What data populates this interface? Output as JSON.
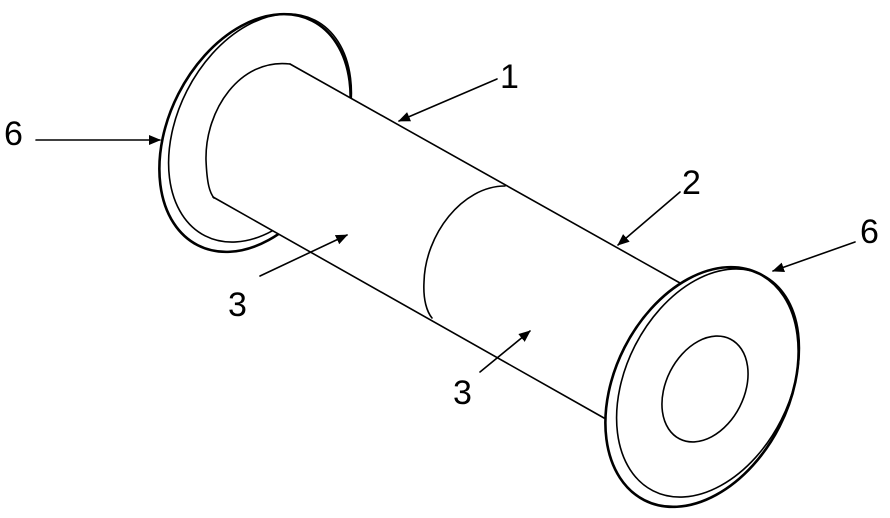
{
  "figure": {
    "callouts": [
      {
        "id": "label-1",
        "text": "1"
      },
      {
        "id": "label-2",
        "text": "2"
      },
      {
        "id": "label-3a",
        "text": "3"
      },
      {
        "id": "label-3b",
        "text": "3"
      },
      {
        "id": "label-6a",
        "text": "6"
      },
      {
        "id": "label-6b",
        "text": "6"
      }
    ],
    "ink_color": "#000000",
    "paper_color": "#ffffff"
  }
}
